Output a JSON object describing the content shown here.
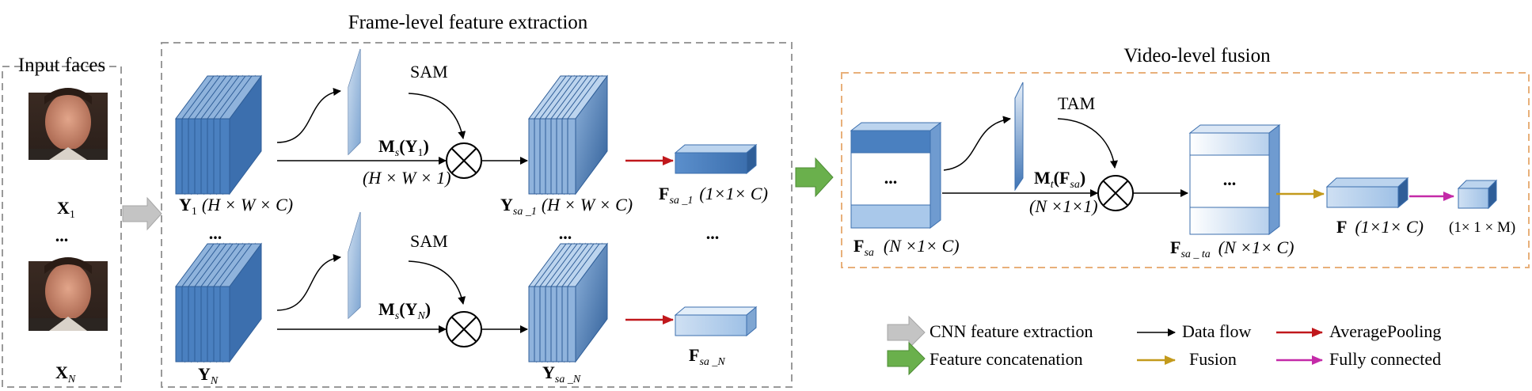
{
  "sections": {
    "input": "Input faces",
    "frame": "Frame-level feature extraction",
    "video": "Video-level fusion"
  },
  "labels": {
    "x1": "X",
    "x1_sub": "1",
    "xn": "X",
    "xn_sub": "N",
    "input_dots": "...",
    "y1": "Y",
    "y1_sub": "1",
    "y1_dims": "(H × W × C)",
    "yn": "Y",
    "yn_sub": "N",
    "stack_dots": "...",
    "sam_top": "SAM",
    "sam_bottom": "SAM",
    "ms1": "M",
    "ms1_sub": "s",
    "ms1_arg": "(Y",
    "ms1_arg_sub": "1",
    "ms1_close": ")",
    "ms1_dims": "(H × W × 1)",
    "msn": "M",
    "msn_sub": "s",
    "msn_arg": "(Y",
    "msn_arg_sub": "N",
    "msn_close": ")",
    "ysa1": "Y",
    "ysa1_sub": "sa _1",
    "ysa1_dims": "(H × W × C)",
    "ysan": "Y",
    "ysan_sub": "sa _N",
    "ysa_dots": "...",
    "fsa1": "F",
    "fsa1_sub": "sa _1",
    "fsa1_dims": "(1×1× C)",
    "fsan": "F",
    "fsan_sub": "sa _N",
    "fsa_dots": "...",
    "tam": "TAM",
    "fsa": "F",
    "fsa_sub": "sa",
    "fsa_dims": "(N ×1× C)",
    "fsa_block_dots": "...",
    "mt": "M",
    "mt_sub": "t",
    "mt_arg": "(F",
    "mt_arg_sub": "sa",
    "mt_close": ")",
    "mt_dims": "(N ×1×1)",
    "fsata": "F",
    "fsata_sub": "sa _ ta",
    "fsata_dims": "(N ×1× C)",
    "fsata_block_dots": "...",
    "f": "F",
    "f_dims": "(1×1× C)",
    "out_dims": "(1× 1 × M)"
  },
  "legend": {
    "cnn": "CNN feature extraction",
    "concat": "Feature concatenation",
    "dataflow": "Data flow",
    "fusion": "Fusion",
    "avgpool": "AveragePooling",
    "fc": "Fully connected"
  },
  "colors": {
    "dashed_gray": "#9a9a9a",
    "dashed_orange": "#e8b07a",
    "block_blue": "#4a80c0",
    "block_light": "#a9c8ea",
    "avgpool_red": "#c0181c",
    "fusion_gold": "#c39a1c",
    "fc_magenta": "#c42aa8",
    "cnn_arrow_gray": "#c4c4c4",
    "concat_green": "#6ab04c"
  }
}
